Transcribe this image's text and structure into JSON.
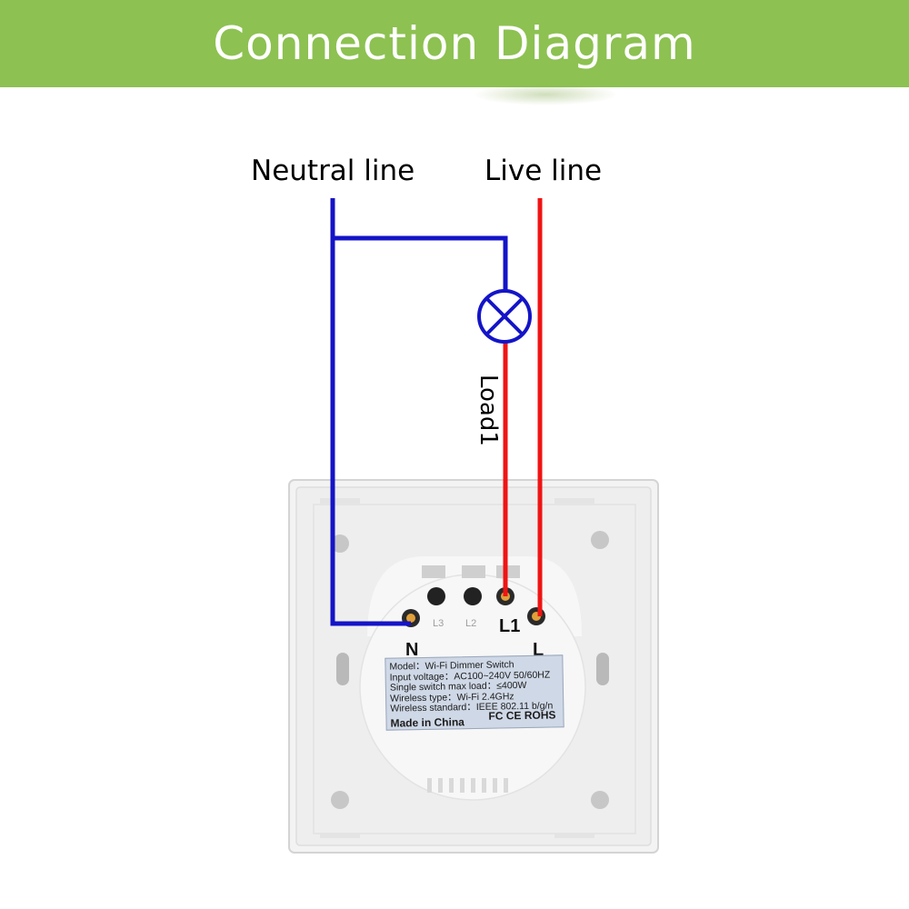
{
  "header": {
    "title": "Connection Diagram"
  },
  "labels": {
    "neutral": "Neutral line",
    "live": "Live line",
    "load": "Load1"
  },
  "terminals": {
    "n": "N",
    "l": "L",
    "l1": "L1",
    "l2": "L2",
    "l3": "L3"
  },
  "product_label": {
    "lines": [
      "Model：Wi-Fi Dimmer Switch",
      "Input voltage：AC100~240V  50/60HZ",
      "Single switch max load：≤400W",
      "Wireless type：Wi-Fi 2.4GHz",
      "Wireless standard：IEEE 802.11 b/g/n"
    ],
    "made_in": "Made in China",
    "certs": "FC CE ROHS"
  },
  "colors": {
    "banner": "#8dc151",
    "neutral_wire": "#1414c8",
    "live_wire": "#f01414",
    "switch_plate": "#ededed"
  },
  "icons": [
    "lamp-icon",
    "terminal-screw-icon",
    "mounting-hole-icon"
  ]
}
